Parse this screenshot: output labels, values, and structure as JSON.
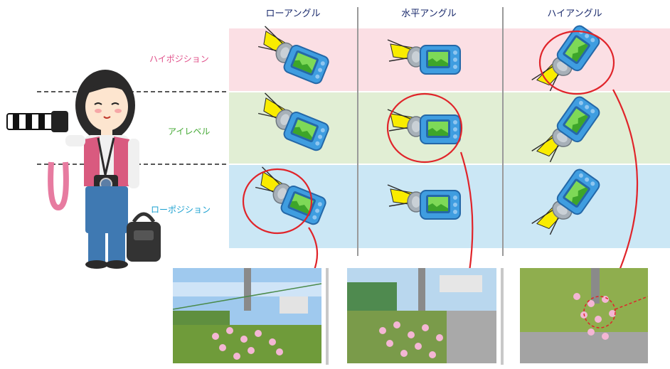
{
  "columns": [
    {
      "label": "ローアングル"
    },
    {
      "label": "水平アングル"
    },
    {
      "label": "ハイアングル"
    }
  ],
  "rows": [
    {
      "label": "ハイポジション",
      "color": "#e0508a",
      "band_color": "#fbdfe4"
    },
    {
      "label": "アイレベル",
      "color": "#42a832",
      "band_color": "#e1eed4"
    },
    {
      "label": "ローポジション",
      "color": "#1aa0d0",
      "band_color": "#cbe7f5"
    }
  ],
  "colors": {
    "camera_body": "#3f9de0",
    "camera_dark": "#2468a8",
    "lens_gray": "#a7b0b8",
    "light_cone": "#f9ec00",
    "highlight_circle": "#e0242a",
    "arrow": "#e0242a",
    "divider": "#9a9a9a"
  },
  "icons": {
    "camera": "compact-camera-icon",
    "person": "photographer-illustration",
    "photo": "flower-photo-thumbnail"
  }
}
